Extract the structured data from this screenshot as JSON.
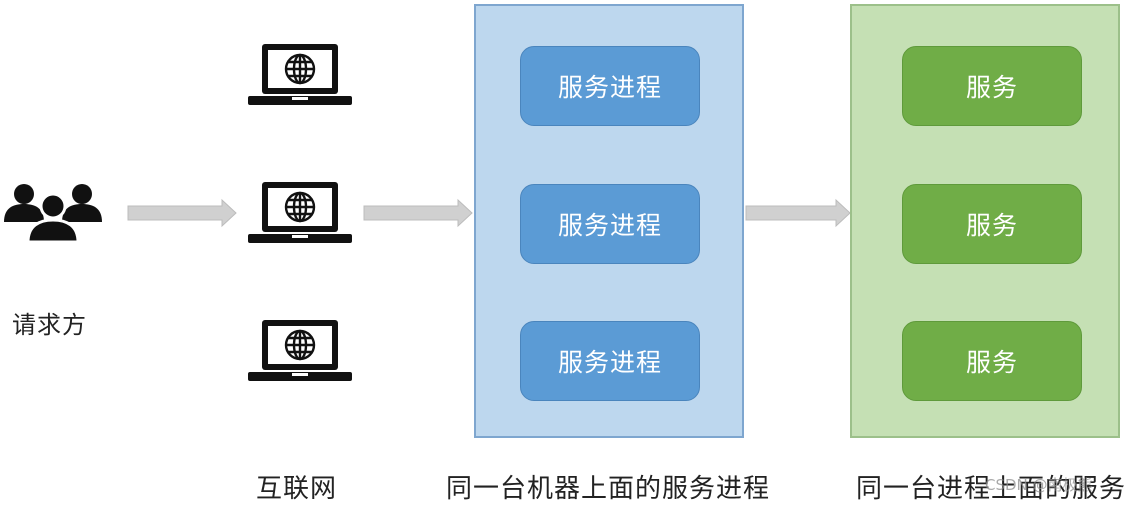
{
  "requester": {
    "label": "请求方",
    "icon": "users-group-icon"
  },
  "internet": {
    "label": "互联网",
    "icon": "laptop-globe-icon",
    "count": 3
  },
  "process_panel": {
    "color": "#bdd7ee",
    "box_color": "#5b9bd5",
    "items": [
      "服务进程",
      "服务进程",
      "服务进程"
    ],
    "caption": "同一台机器上面的服务进程"
  },
  "service_panel": {
    "color": "#c5e0b4",
    "box_color": "#70ad47",
    "items": [
      "服务",
      "服务",
      "服务"
    ],
    "caption": "同一台进程上面的服务"
  },
  "arrow_color": "#c9c9c9",
  "watermark": "CSDN @南极熊"
}
